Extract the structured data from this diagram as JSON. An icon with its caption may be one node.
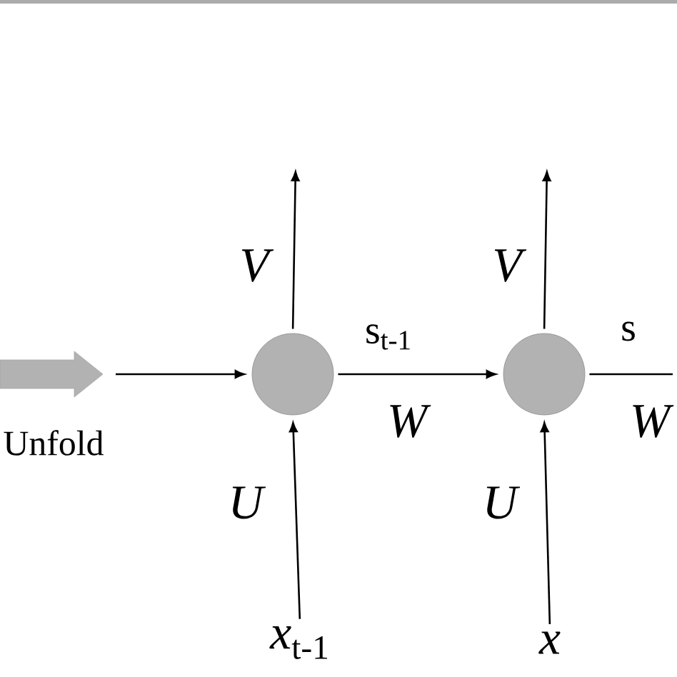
{
  "diagram": {
    "nodes": [
      {
        "text": [],
        "shape": "circle",
        "beside": [
          "s$_{t-1}$"
        ]
      },
      {
        "text": [],
        "shape": "circle",
        "beside": [
          "s"
        ]
      },
      {
        "text": [
          "*x*$_{t-1}$"
        ]
      },
      {
        "text": [
          "*x*"
        ]
      }
    ],
    "edges": [
      {
        "from": null,
        "to": 0,
        "arrow": "to"
      },
      {
        "from": 0,
        "to": null,
        "arrow": "to",
        "label": "V"
      },
      {
        "from": 2,
        "to": 0,
        "arrow": "to",
        "label": "U"
      },
      {
        "from": 0,
        "to": 1,
        "arrow": "to",
        "label": "W"
      },
      {
        "from": 1,
        "to": null,
        "arrow": "to",
        "label": "V"
      },
      {
        "from": 3,
        "to": 1,
        "arrow": "to",
        "label": "U"
      },
      {
        "from": 1,
        "to": null,
        "arrow": "none",
        "label": "W"
      }
    ],
    "labels": [
      "Unfold"
    ]
  }
}
